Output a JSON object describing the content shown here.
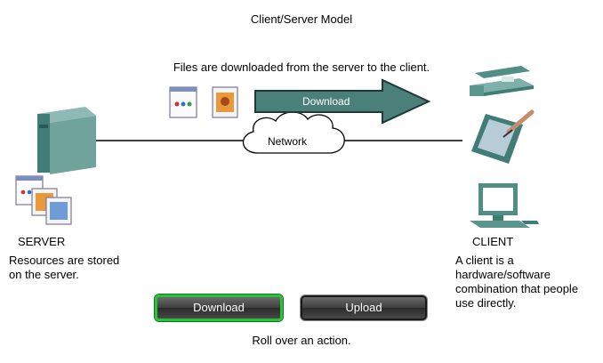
{
  "title": "Client/Server Model",
  "caption": "Files are downloaded from the server to the client.",
  "arrow_label": "Download",
  "network_label": "Network",
  "server": {
    "label": "SERVER",
    "desc_line1": "Resources are stored",
    "desc_line2": "on the server."
  },
  "client": {
    "label": "CLIENT",
    "desc_line1": "A client is a",
    "desc_line2": "hardware/software",
    "desc_line3": "combination that people",
    "desc_line4": "use directly."
  },
  "buttons": {
    "download": "Download",
    "upload": "Upload"
  },
  "footer": "Roll over an action.",
  "colors": {
    "arrow_fill": "#4a7f7a",
    "device_teal": "#4f8f86",
    "download_border": "#27c23a"
  }
}
